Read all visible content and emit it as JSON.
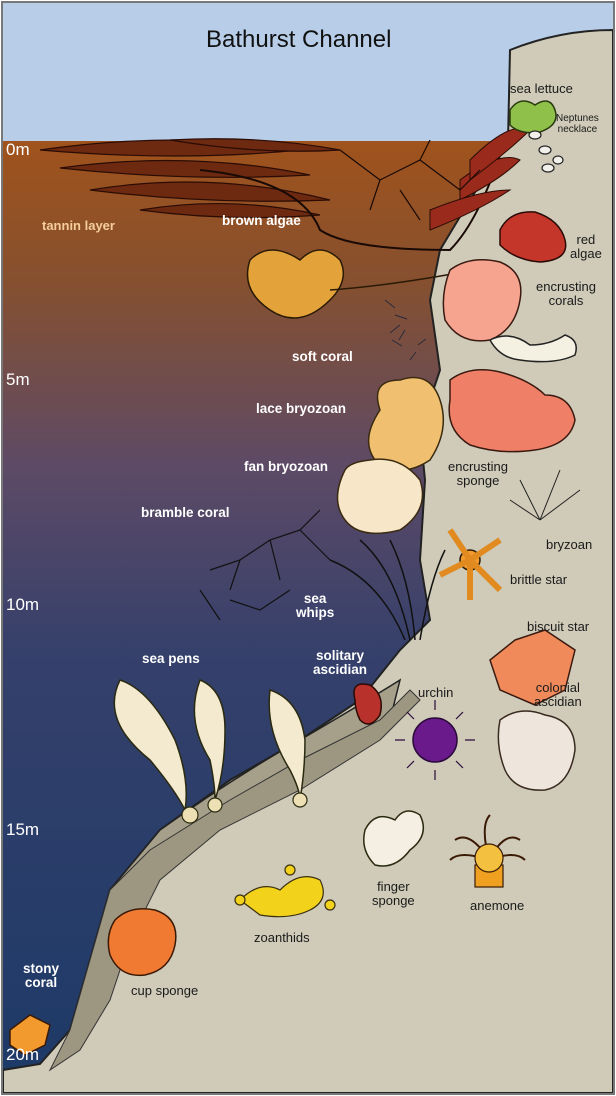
{
  "title": "Bathurst Channel",
  "depths": [
    "0m",
    "5m",
    "10m",
    "15m",
    "20m"
  ],
  "zones": {
    "tannin": "tannin layer"
  },
  "labels": {
    "brown_algae": "brown algae",
    "soft_coral": "soft coral",
    "lace_bryozoan": "lace bryozoan",
    "fan_bryozoan": "fan bryozoan",
    "bramble_coral": "bramble coral",
    "sea_whips_1": "sea",
    "sea_whips_2": "whips",
    "sea_pens": "sea pens",
    "solitary_1": "solitary",
    "solitary_2": "ascidian",
    "stony_1": "stony",
    "stony_2": "coral",
    "sea_lettuce": "sea lettuce",
    "neptunes_1": "Neptunes",
    "neptunes_2": "necklace",
    "red_1": "red",
    "red_2": "algae",
    "enc_corals_1": "encrusting",
    "enc_corals_2": "corals",
    "enc_sponge_1": "encrusting",
    "enc_sponge_2": "sponge",
    "bryzoan": "bryzoan",
    "brittle_star": "brittle star",
    "biscuit_star": "biscuit star",
    "urchin": "urchin",
    "colonial_1": "colonial",
    "colonial_2": "ascidian",
    "finger_1": "finger",
    "finger_2": "sponge",
    "anemone": "anemone",
    "zoanthids": "zoanthids",
    "cup_sponge": "cup sponge"
  },
  "colors": {
    "sky": "#b7cde8",
    "water_top": "#a65a22",
    "water_mid": "#5b4a66",
    "water_deep": "#1f3b6a",
    "rock": "#cfcbb8",
    "red_algae": "#c4362a",
    "sponge_pink": "#f07f68",
    "urchin": "#6a1a8a",
    "yellow": "#f2d21a"
  }
}
